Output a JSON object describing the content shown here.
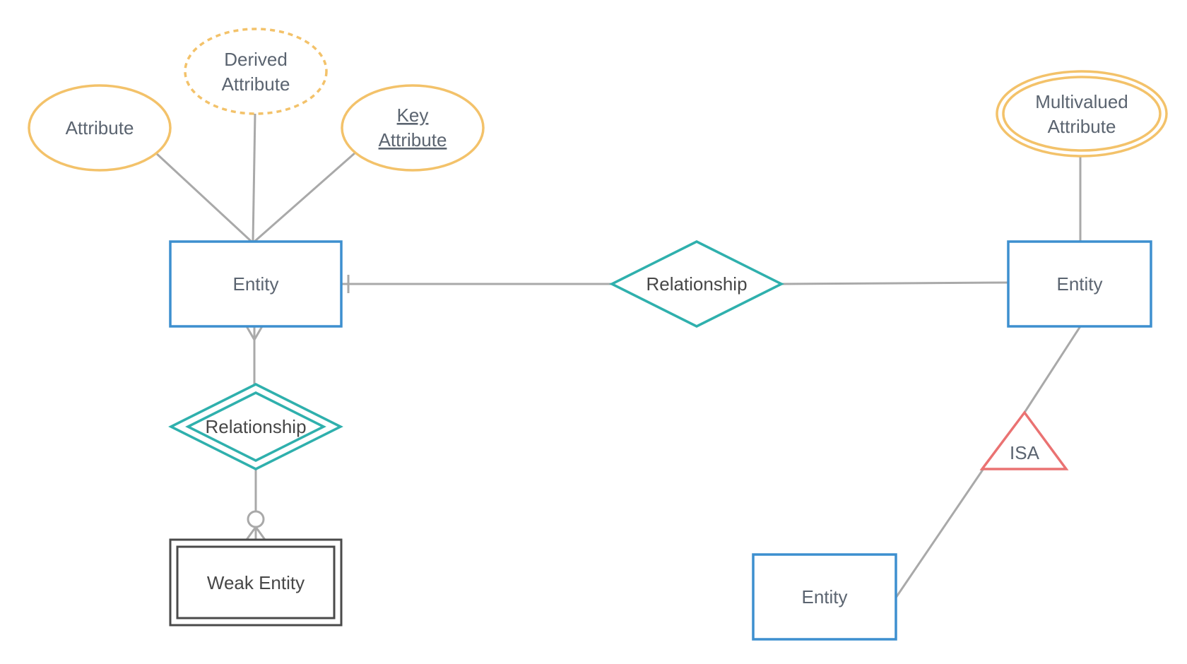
{
  "diagram": {
    "attributes": {
      "simple": "Attribute",
      "derived_line1": "Derived",
      "derived_line2": "Attribute",
      "key_line1": "Key",
      "key_line2": "Attribute",
      "multivalued_line1": "Multivalued",
      "multivalued_line2": "Attribute"
    },
    "entities": {
      "main": "Entity",
      "right": "Entity",
      "subtype": "Entity",
      "weak": "Weak Entity"
    },
    "relationships": {
      "binary": "Relationship",
      "identifying": "Relationship"
    },
    "isa": "ISA"
  },
  "colors": {
    "attribute_stroke": "#f3c26a",
    "entity_stroke": "#3d8fcf",
    "relationship_stroke": "#2fb0ad",
    "weak_entity_stroke": "#4a4a4a",
    "isa_stroke": "#ea7272",
    "connector": "#a9a9a9",
    "text": "#5b6470"
  },
  "icons": {
    "one_marker": "crow-foot-one",
    "many_marker": "crow-foot-many",
    "zero_or_many_marker": "crow-foot-zero-or-many"
  }
}
